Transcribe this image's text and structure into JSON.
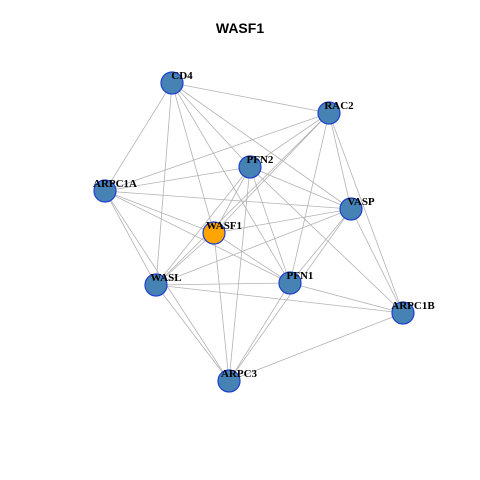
{
  "title": "WASF1",
  "colors": {
    "node": "#4682b4",
    "focus_node": "#ffa500",
    "node_border": "#1f3fcf",
    "edge": "#b3b3b3"
  },
  "nodes": [
    {
      "id": "CD4",
      "label": "CD4"
    },
    {
      "id": "RAC2",
      "label": "RAC2"
    },
    {
      "id": "PFN2",
      "label": "PFN2"
    },
    {
      "id": "ARPC1A",
      "label": "ARPC1A"
    },
    {
      "id": "VASP",
      "label": "VASP"
    },
    {
      "id": "WASF1",
      "label": "WASF1",
      "focus": true
    },
    {
      "id": "WASL",
      "label": "WASL"
    },
    {
      "id": "PFN1",
      "label": "PFN1"
    },
    {
      "id": "ARPC1B",
      "label": "ARPC1B"
    },
    {
      "id": "ARPC3",
      "label": "ARPC3"
    }
  ],
  "edges": [
    [
      "CD4",
      "RAC2"
    ],
    [
      "CD4",
      "PFN2"
    ],
    [
      "CD4",
      "ARPC1A"
    ],
    [
      "CD4",
      "VASP"
    ],
    [
      "CD4",
      "WASF1"
    ],
    [
      "CD4",
      "WASL"
    ],
    [
      "CD4",
      "PFN1"
    ],
    [
      "RAC2",
      "PFN2"
    ],
    [
      "RAC2",
      "ARPC1A"
    ],
    [
      "RAC2",
      "VASP"
    ],
    [
      "RAC2",
      "WASF1"
    ],
    [
      "RAC2",
      "WASL"
    ],
    [
      "RAC2",
      "PFN1"
    ],
    [
      "RAC2",
      "ARPC1B"
    ],
    [
      "PFN2",
      "ARPC1A"
    ],
    [
      "PFN2",
      "VASP"
    ],
    [
      "PFN2",
      "WASF1"
    ],
    [
      "PFN2",
      "WASL"
    ],
    [
      "PFN2",
      "PFN1"
    ],
    [
      "PFN2",
      "ARPC1B"
    ],
    [
      "PFN2",
      "ARPC3"
    ],
    [
      "ARPC1A",
      "VASP"
    ],
    [
      "ARPC1A",
      "WASF1"
    ],
    [
      "ARPC1A",
      "WASL"
    ],
    [
      "ARPC1A",
      "PFN1"
    ],
    [
      "ARPC1A",
      "ARPC3"
    ],
    [
      "VASP",
      "WASF1"
    ],
    [
      "VASP",
      "WASL"
    ],
    [
      "VASP",
      "PFN1"
    ],
    [
      "VASP",
      "ARPC1B"
    ],
    [
      "VASP",
      "ARPC3"
    ],
    [
      "WASF1",
      "WASL"
    ],
    [
      "WASF1",
      "PFN1"
    ],
    [
      "WASF1",
      "ARPC3"
    ],
    [
      "WASL",
      "PFN1"
    ],
    [
      "WASL",
      "ARPC1B"
    ],
    [
      "WASL",
      "ARPC3"
    ],
    [
      "PFN1",
      "ARPC1B"
    ],
    [
      "PFN1",
      "ARPC3"
    ],
    [
      "ARPC1B",
      "ARPC3"
    ]
  ]
}
